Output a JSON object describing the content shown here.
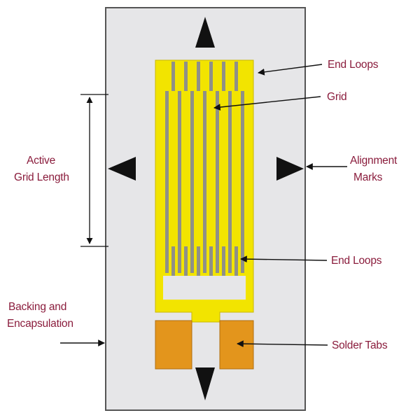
{
  "labels": {
    "end_loops_top": "End Loops",
    "grid": "Grid",
    "alignment_marks_line1": "Alignment",
    "alignment_marks_line2": "Marks",
    "active_grid_length_line1": "Active",
    "active_grid_length_line2": "Grid Length",
    "end_loops_bottom": "End Loops",
    "backing_line1": "Backing and",
    "backing_line2": "Encapsulation",
    "solder_tabs": "Solder Tabs"
  },
  "colors": {
    "backing": "#e6e6e8",
    "backing_border": "#555555",
    "foil": "#f2e400",
    "foil_dark": "#c9b800",
    "grid_gap": "#8f9088",
    "solder": "#e3951c",
    "label_text": "#8a1c3c",
    "marks": "#111111"
  }
}
